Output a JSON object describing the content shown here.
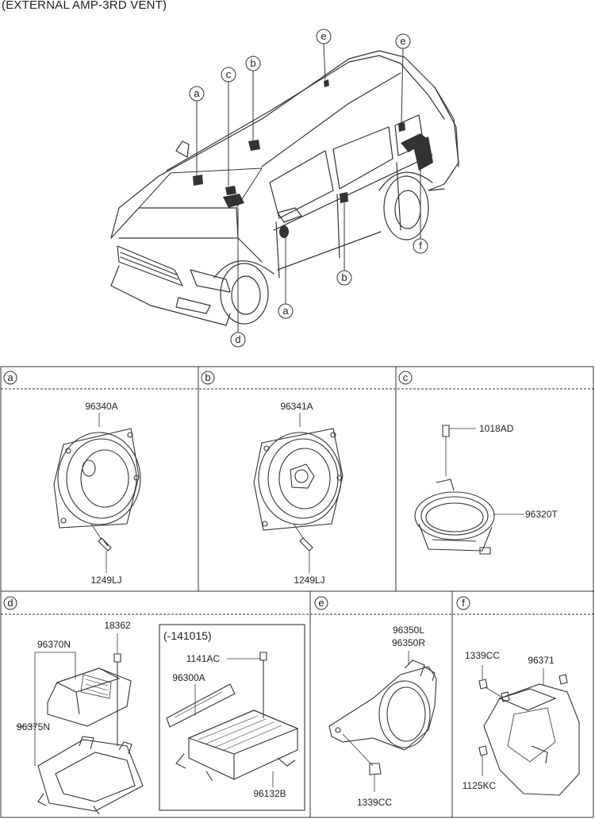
{
  "title": "(EXTERNAL AMP-3RD VENT)",
  "callouts": {
    "a": "a",
    "b": "b",
    "c": "c",
    "d": "d",
    "e": "e",
    "f": "f"
  },
  "panels": {
    "a": {
      "letter": "a",
      "parts": [
        "96340A",
        "1249LJ"
      ]
    },
    "b": {
      "letter": "b",
      "parts": [
        "96341A",
        "1249LJ"
      ]
    },
    "c": {
      "letter": "c",
      "parts": [
        "1018AD",
        "96320T"
      ]
    },
    "d": {
      "letter": "d",
      "parts": [
        "18362",
        "96370N",
        "96375N"
      ],
      "inset": {
        "label": "(-141015)",
        "parts": [
          "1141AC",
          "96300A",
          "96132B"
        ]
      }
    },
    "e": {
      "letter": "e",
      "parts": [
        "96350L",
        "96350R",
        "1339CC"
      ]
    },
    "f": {
      "letter": "f",
      "parts": [
        "1339CC",
        "96371",
        "1125KC"
      ]
    }
  }
}
